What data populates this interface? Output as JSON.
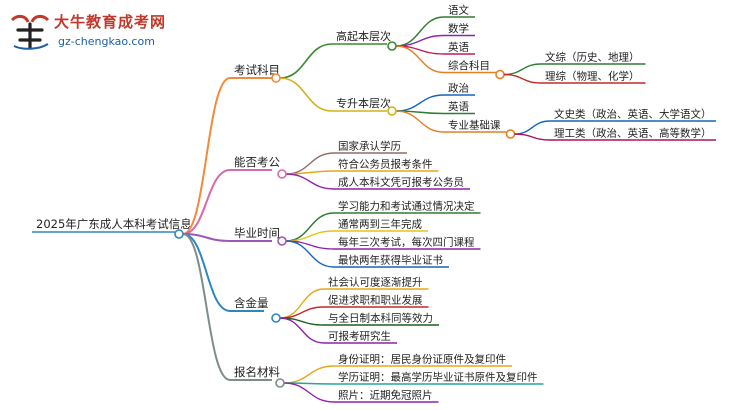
{
  "logo": {
    "title": "大牛教育成考网",
    "url": "gz-chengkao.com"
  },
  "mindmap": {
    "root": "2025年广东成人本科考试信息",
    "branches": [
      {
        "label": "考试科目",
        "color": "#f08a3c",
        "children": [
          {
            "label": "高起本层次",
            "color": "#3a8a2c",
            "children": [
              {
                "label": "语文",
                "color": "#2e7d32"
              },
              {
                "label": "数学",
                "color": "#8e24aa"
              },
              {
                "label": "英语",
                "color": "#c2185b"
              },
              {
                "label": "综合科目",
                "color": "#e67e22",
                "children": [
                  {
                    "label": "文综（历史、地理）",
                    "color": "#2e7d32"
                  },
                  {
                    "label": "理综（物理、化学）",
                    "color": "#c62828"
                  }
                ]
              }
            ]
          },
          {
            "label": "专升本层次",
            "color": "#d4b01a",
            "children": [
              {
                "label": "政治",
                "color": "#1565c0"
              },
              {
                "label": "英语",
                "color": "#2e7d32"
              },
              {
                "label": "专业基础课",
                "color": "#e67e22",
                "children": [
                  {
                    "label": "文史类（政治、英语、大学语文）",
                    "color": "#1565c0"
                  },
                  {
                    "label": "理工类（政治、英语、高等数学）",
                    "color": "#ad1457"
                  }
                ]
              }
            ]
          }
        ]
      },
      {
        "label": "能否考公",
        "color": "#d86aa8",
        "children": [
          {
            "label": "国家承认学历",
            "color": "#8d6e63"
          },
          {
            "label": "符合公务员报考条件",
            "color": "#e6a817"
          },
          {
            "label": "成人本科文凭可报考公务员",
            "color": "#8e24aa"
          }
        ]
      },
      {
        "label": "毕业时间",
        "color": "#9b59b6",
        "children": [
          {
            "label": "学习能力和考试通过情况决定",
            "color": "#2e7d32"
          },
          {
            "label": "通常两到三年完成",
            "color": "#e6c31a"
          },
          {
            "label": "每年三次考试，每次四门课程",
            "color": "#8e24aa"
          },
          {
            "label": "最快两年获得毕业证书",
            "color": "#1565c0"
          }
        ]
      },
      {
        "label": "含金量",
        "color": "#2e86c1",
        "children": [
          {
            "label": "社会认可度逐渐提升",
            "color": "#e6a817"
          },
          {
            "label": "促进求职和职业发展",
            "color": "#c62828"
          },
          {
            "label": "与全日制本科同等效力",
            "color": "#1b5e20"
          },
          {
            "label": "可报考研究生",
            "color": "#8e24aa"
          }
        ]
      },
      {
        "label": "报名材料",
        "color": "#7f8c8d",
        "children": [
          {
            "label": "身份证明：居民身份证原件及复印件",
            "color": "#e6a817"
          },
          {
            "label": "学历证明：最高学历毕业证书原件及复印件",
            "color": "#26a69a"
          },
          {
            "label": "照片：近期免冠照片",
            "color": "#8e24aa"
          }
        ]
      }
    ]
  }
}
